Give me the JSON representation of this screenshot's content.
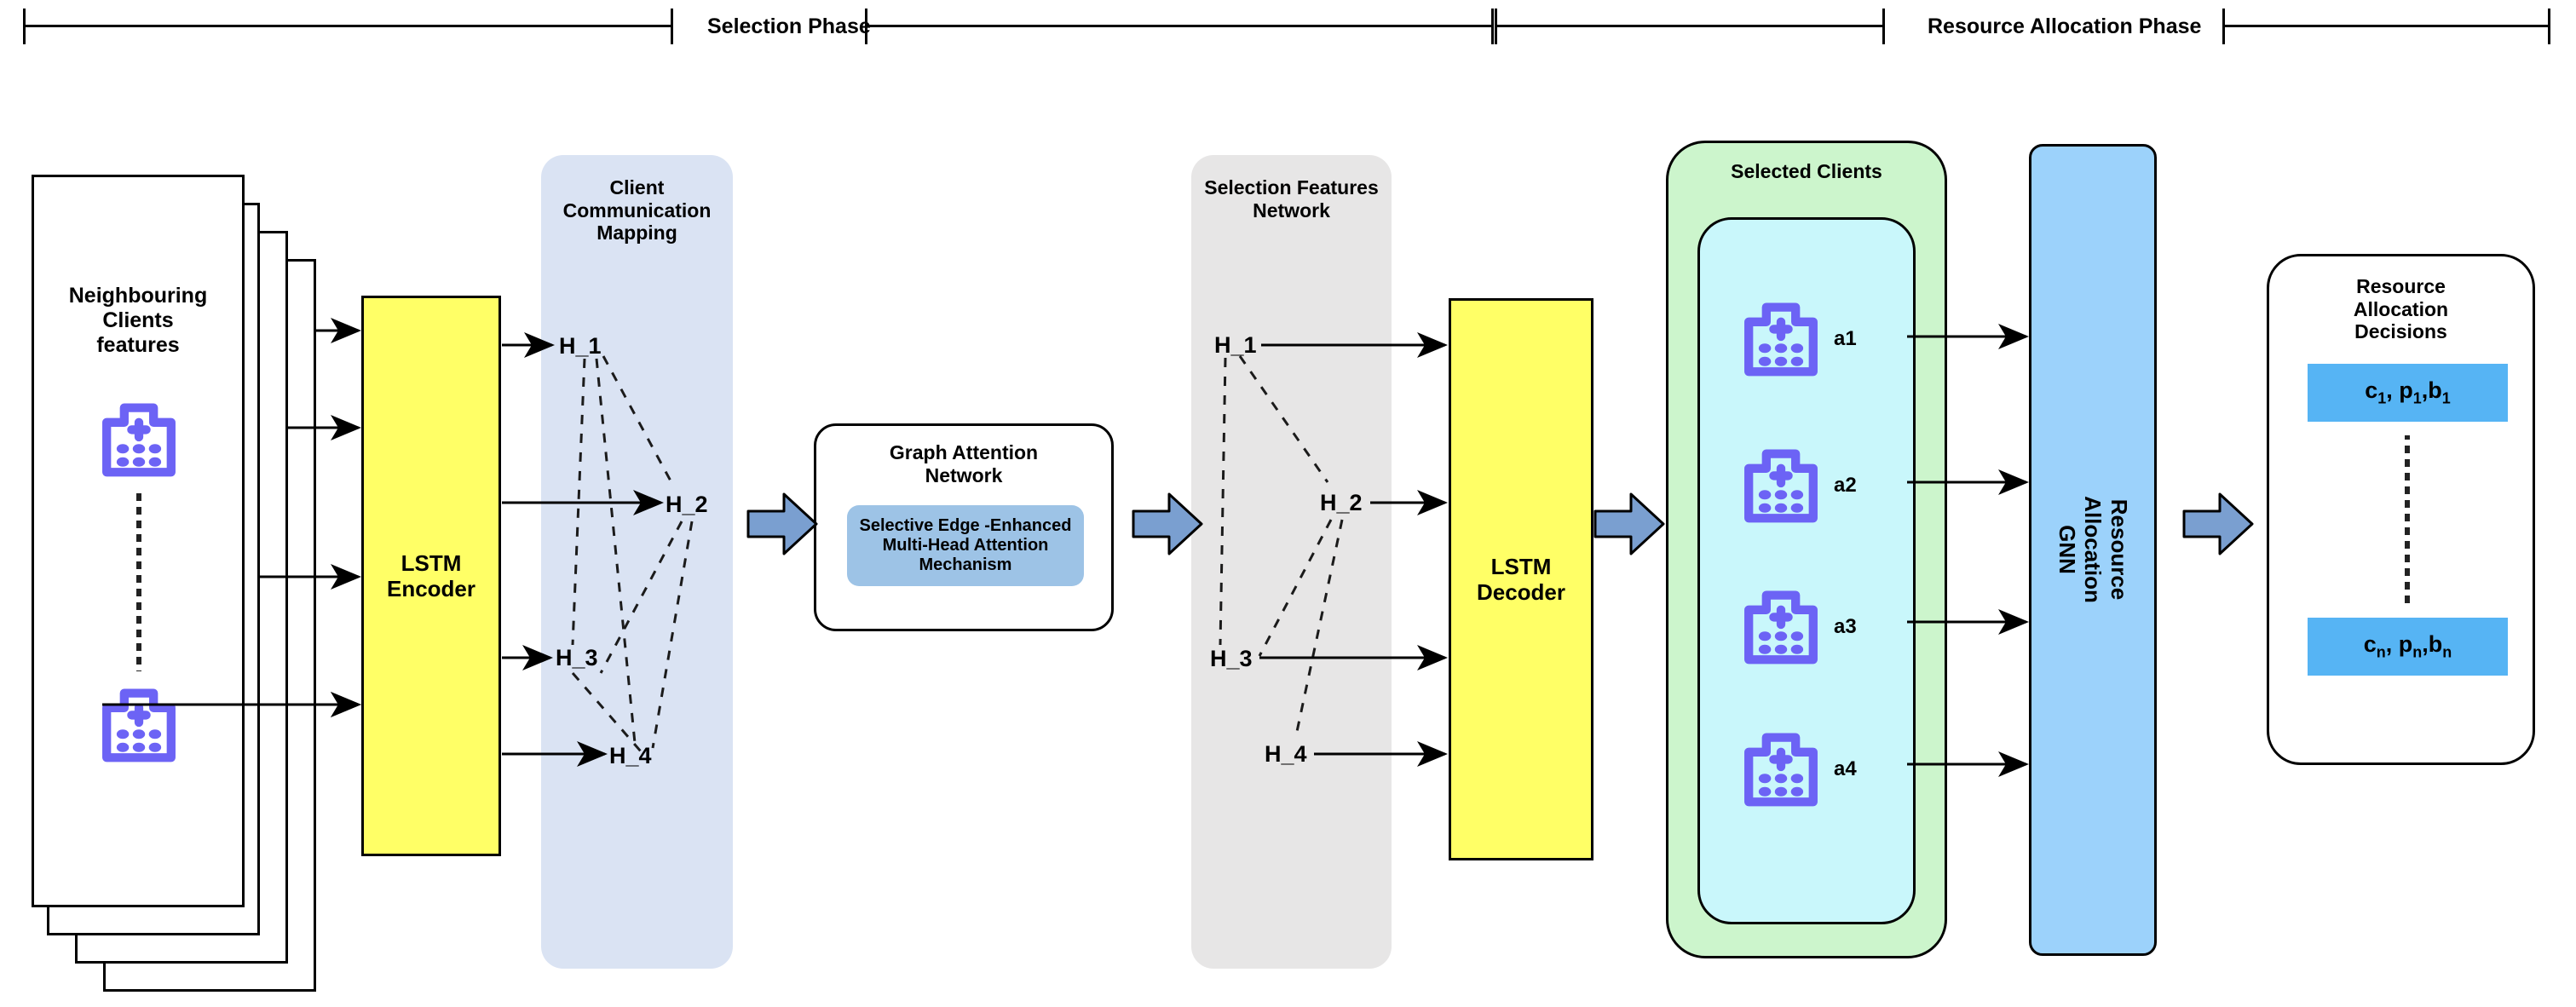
{
  "phases": {
    "left_label": "Selection Phase",
    "right_label": "Resource Allocation Phase"
  },
  "input_stack": {
    "title": "Neighbouring\nClients\nfeatures",
    "icon_top": "hospital-icon",
    "icon_bottom": "hospital-icon",
    "ellipsis": "vertical-dots",
    "card_count": 4
  },
  "lstm_encoder": {
    "label": "LSTM\nEncoder"
  },
  "client_communication_mapping": {
    "title": "Client\nCommunication\nMapping",
    "nodes": [
      "H_1",
      "H_2",
      "H_3",
      "H_4"
    ],
    "edges": [
      [
        "H_1",
        "H_2"
      ],
      [
        "H_1",
        "H_3"
      ],
      [
        "H_1",
        "H_4"
      ],
      [
        "H_2",
        "H_3"
      ],
      [
        "H_2",
        "H_4"
      ],
      [
        "H_3",
        "H_4"
      ]
    ]
  },
  "graph_attention_network": {
    "title": "Graph Attention\nNetwork",
    "inner_label": "Selective Edge -Enhanced\nMulti-Head Attention\nMechanism"
  },
  "selection_features_network": {
    "title": "Selection Features\nNetwork",
    "nodes": [
      "H_1",
      "H_2",
      "H_3",
      "H_4"
    ],
    "edges": [
      [
        "H_1",
        "H_2"
      ],
      [
        "H_1",
        "H_3"
      ],
      [
        "H_2",
        "H_3"
      ],
      [
        "H_2",
        "H_4"
      ]
    ]
  },
  "lstm_decoder": {
    "label": "LSTM\nDecoder"
  },
  "selected_clients": {
    "title": "Selected Clients",
    "clients": [
      {
        "label": "a1",
        "icon": "hospital-icon"
      },
      {
        "label": "a2",
        "icon": "hospital-icon"
      },
      {
        "label": "a3",
        "icon": "hospital-icon"
      },
      {
        "label": "a4",
        "icon": "hospital-icon"
      }
    ]
  },
  "resource_allocation_gnn": {
    "label": "Resource Allocation\nGNN"
  },
  "resource_allocation_decisions": {
    "title": "Resource\nAllocation\nDecisions",
    "rows": [
      {
        "prefix": "c",
        "sub1": "1",
        "mid": ", p",
        "sub2": "1",
        "tail": ",b",
        "sub3": "1"
      },
      {
        "prefix": "c",
        "sub1": "n",
        "mid": ", p",
        "sub2": "n",
        "tail": ",b",
        "sub3": "n"
      }
    ],
    "row_texts": [
      "c1, p1,b1",
      "cn, pn,bn"
    ],
    "ellipsis": "vertical-dots"
  },
  "colors": {
    "yellow": "#ffff66",
    "ccm_panel": "#dae3f3",
    "sfn_panel": "#e7e6e6",
    "green_panel": "#ccf5cc",
    "cyan_panel": "#c9f7fb",
    "gnn_blue": "#9cd2fb",
    "gat_inner": "#9dc3e6",
    "row_blue": "#56b4f4",
    "icon_purple": "#6c63f5",
    "flow_arrow": "#7a9fd0"
  },
  "flow_arrows": 4
}
